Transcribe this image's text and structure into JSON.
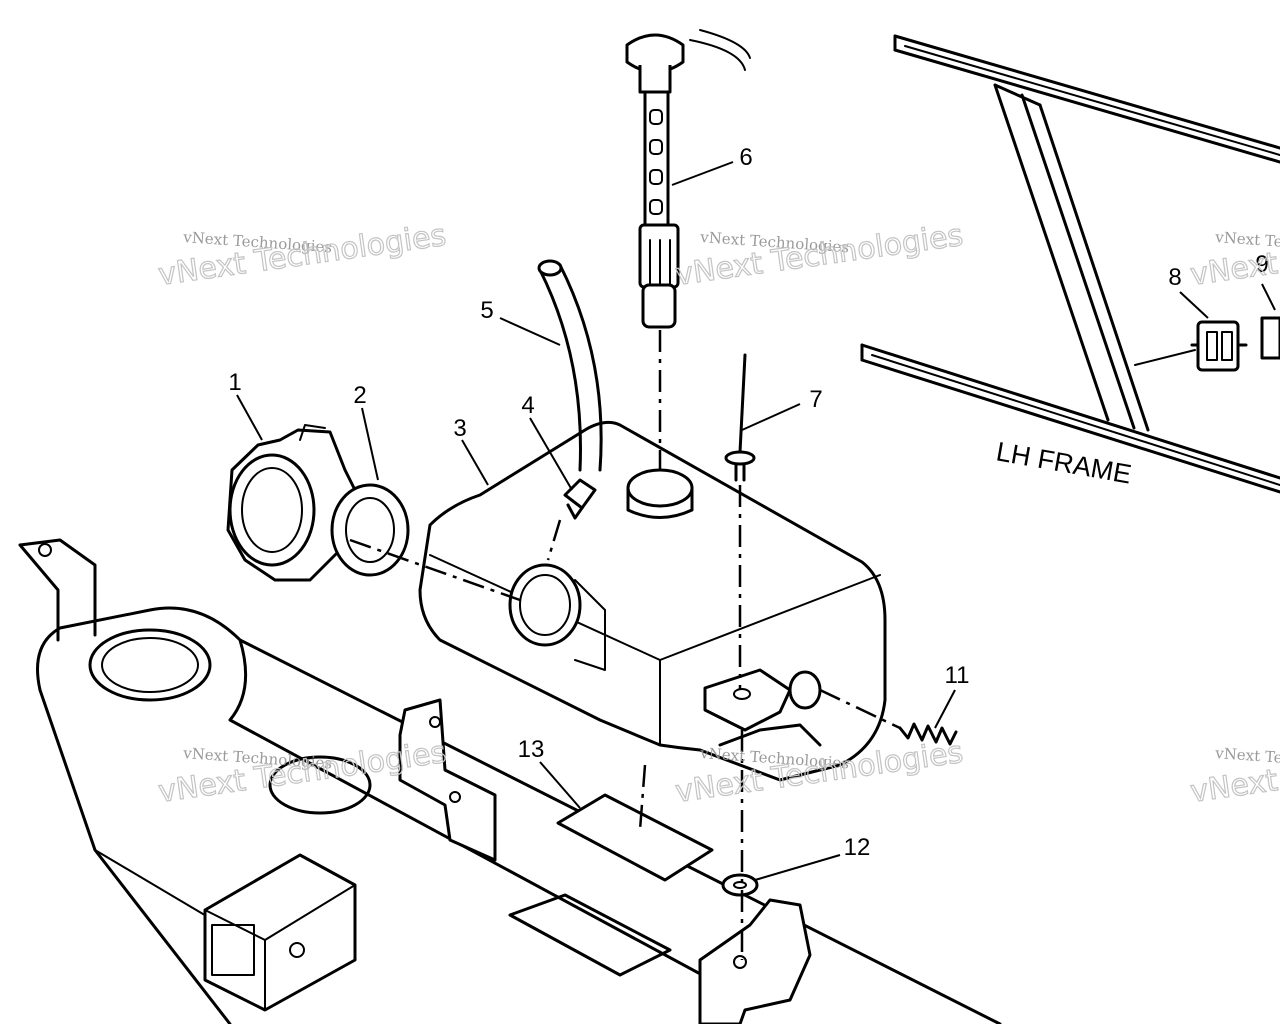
{
  "callouts": [
    {
      "id": "1",
      "label": "1"
    },
    {
      "id": "2",
      "label": "2"
    },
    {
      "id": "3",
      "label": "3"
    },
    {
      "id": "4",
      "label": "4"
    },
    {
      "id": "5",
      "label": "5"
    },
    {
      "id": "6",
      "label": "6"
    },
    {
      "id": "7",
      "label": "7"
    },
    {
      "id": "8",
      "label": "8"
    },
    {
      "id": "9",
      "label": "9"
    },
    {
      "id": "11",
      "label": "11"
    },
    {
      "id": "12",
      "label": "12"
    },
    {
      "id": "13",
      "label": "13"
    }
  ],
  "frame_label": "LH FRAME",
  "watermark": {
    "small": "vNext Technologies",
    "large": "vNext Technologies"
  },
  "line_color": "#000000",
  "watermark_color": "#c4c4c4"
}
